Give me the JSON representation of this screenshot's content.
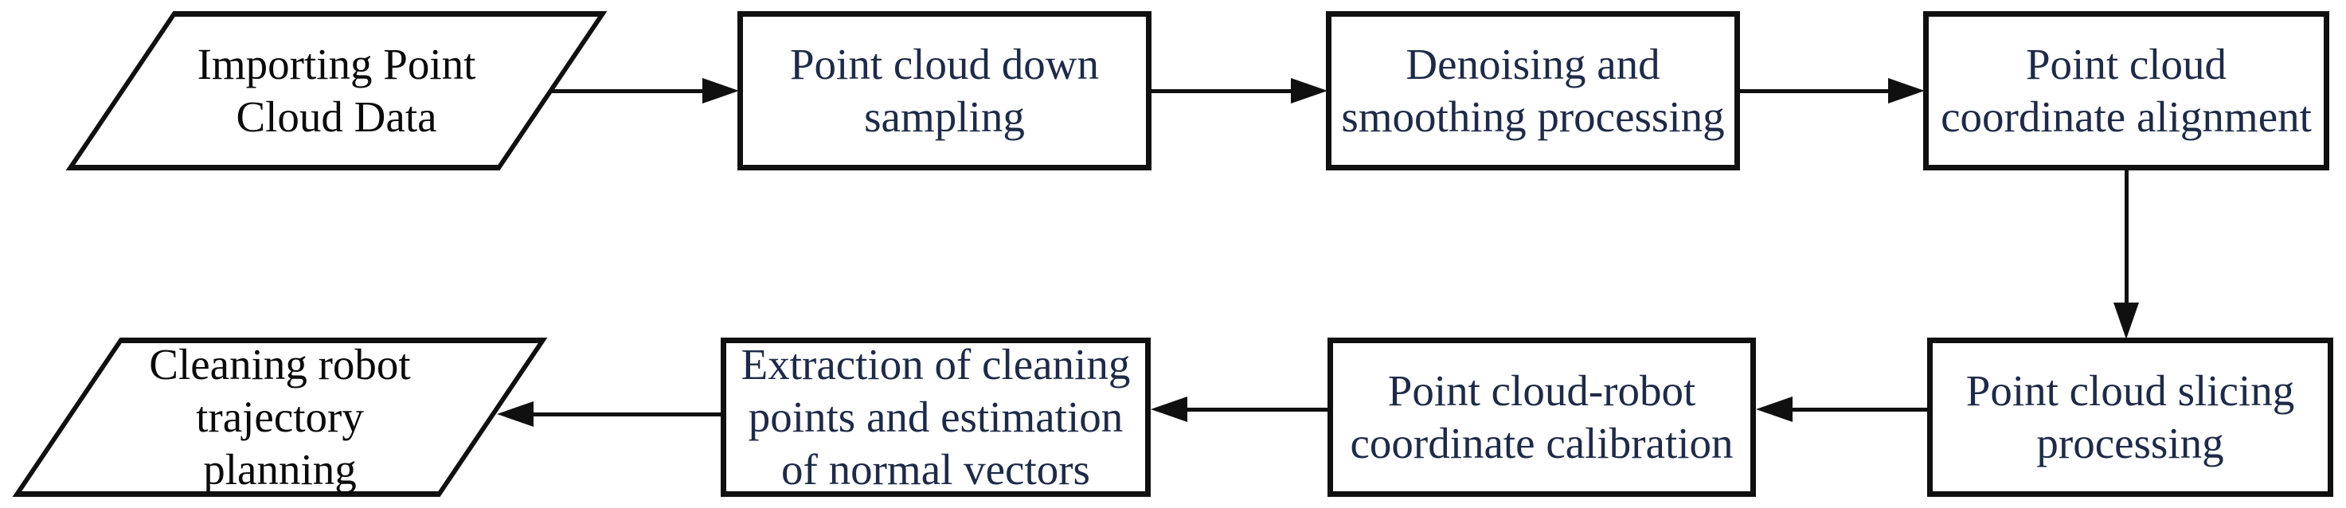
{
  "diagram": {
    "type": "flowchart",
    "colors": {
      "background": "#ffffff",
      "outline": "#101010",
      "rect_text": "#1e2a47",
      "parallelogram_text": "#0a0a0a"
    },
    "nodes": [
      {
        "id": "importing-point-cloud-data",
        "shape": "parallelogram",
        "lines": [
          "Importing Point",
          "Cloud Data"
        ]
      },
      {
        "id": "point-cloud-down-sampling",
        "shape": "rectangle",
        "lines": [
          "Point cloud down",
          "sampling"
        ]
      },
      {
        "id": "denoising-and-smoothing-processing",
        "shape": "rectangle",
        "lines": [
          "Denoising and",
          "smoothing processing"
        ]
      },
      {
        "id": "point-cloud-coordinate-alignment",
        "shape": "rectangle",
        "lines": [
          "Point cloud",
          "coordinate alignment"
        ]
      },
      {
        "id": "point-cloud-slicing-processing",
        "shape": "rectangle",
        "lines": [
          "Point cloud slicing",
          "processing"
        ]
      },
      {
        "id": "point-cloud-robot-coordinate-calibration",
        "shape": "rectangle",
        "lines": [
          "Point cloud-robot",
          "coordinate calibration"
        ]
      },
      {
        "id": "extraction-of-cleaning-points-and-estimation-of-normal-vectors",
        "shape": "rectangle",
        "lines": [
          "Extraction of cleaning",
          "points and estimation",
          "of normal vectors"
        ]
      },
      {
        "id": "cleaning-robot-trajectory-planning",
        "shape": "parallelogram",
        "lines": [
          "Cleaning robot",
          "trajectory",
          "planning"
        ]
      }
    ],
    "edges": [
      {
        "from": "importing-point-cloud-data",
        "to": "point-cloud-down-sampling",
        "direction": "right"
      },
      {
        "from": "point-cloud-down-sampling",
        "to": "denoising-and-smoothing-processing",
        "direction": "right"
      },
      {
        "from": "denoising-and-smoothing-processing",
        "to": "point-cloud-coordinate-alignment",
        "direction": "right"
      },
      {
        "from": "point-cloud-coordinate-alignment",
        "to": "point-cloud-slicing-processing",
        "direction": "down"
      },
      {
        "from": "point-cloud-slicing-processing",
        "to": "point-cloud-robot-coordinate-calibration",
        "direction": "left"
      },
      {
        "from": "point-cloud-robot-coordinate-calibration",
        "to": "extraction-of-cleaning-points-and-estimation-of-normal-vectors",
        "direction": "left"
      },
      {
        "from": "extraction-of-cleaning-points-and-estimation-of-normal-vectors",
        "to": "cleaning-robot-trajectory-planning",
        "direction": "left"
      }
    ]
  }
}
